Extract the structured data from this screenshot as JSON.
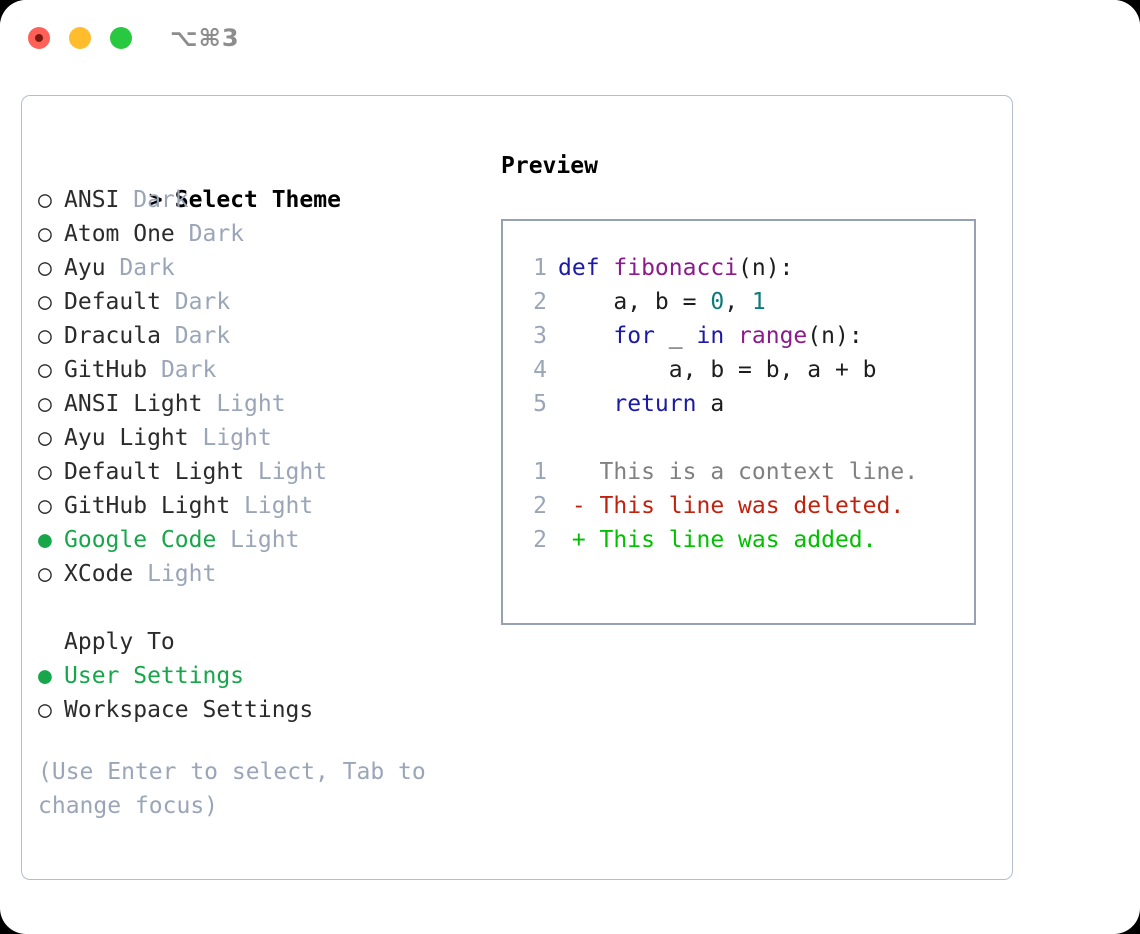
{
  "titlebar": {
    "shortcut": "⌥⌘3",
    "lights": [
      {
        "name": "close",
        "color": "#ff6159"
      },
      {
        "name": "minimize",
        "color": "#ffbd2e"
      },
      {
        "name": "maximize",
        "color": "#28c840"
      }
    ]
  },
  "theme_list": {
    "header_marker": ">",
    "header": "Select Theme",
    "selected_marker": "●",
    "unselected_marker": "○",
    "items": [
      {
        "marker": "○",
        "label": "ANSI",
        "suffix": "Dark",
        "selected": false
      },
      {
        "marker": "○",
        "label": "Atom One",
        "suffix": "Dark",
        "selected": false
      },
      {
        "marker": "○",
        "label": "Ayu",
        "suffix": "Dark",
        "selected": false
      },
      {
        "marker": "○",
        "label": "Default",
        "suffix": "Dark",
        "selected": false
      },
      {
        "marker": "○",
        "label": "Dracula",
        "suffix": "Dark",
        "selected": false
      },
      {
        "marker": "○",
        "label": "GitHub",
        "suffix": "Dark",
        "selected": false
      },
      {
        "marker": "○",
        "label": "ANSI Light",
        "suffix": "Light",
        "selected": false
      },
      {
        "marker": "○",
        "label": "Ayu Light",
        "suffix": "Light",
        "selected": false
      },
      {
        "marker": "○",
        "label": "Default Light",
        "suffix": "Light",
        "selected": false
      },
      {
        "marker": "○",
        "label": "GitHub Light",
        "suffix": "Light",
        "selected": false
      },
      {
        "marker": "●",
        "label": "Google Code",
        "suffix": "Light",
        "selected": true
      },
      {
        "marker": "○",
        "label": "XCode",
        "suffix": "Light",
        "selected": false
      }
    ]
  },
  "apply_to": {
    "header": "Apply To",
    "items": [
      {
        "marker": "●",
        "label": "User Settings",
        "selected": true
      },
      {
        "marker": "○",
        "label": "Workspace Settings",
        "selected": false
      }
    ]
  },
  "hint": "(Use Enter to select, Tab to change focus)",
  "preview": {
    "title": "Preview",
    "code_lines": [
      {
        "num": "1",
        "tokens": [
          {
            "t": "def ",
            "c": "kw"
          },
          {
            "t": "fibonacci",
            "c": "fn"
          },
          {
            "t": "(n):",
            "c": "pl"
          }
        ]
      },
      {
        "num": "2",
        "tokens": [
          {
            "t": "    a, b = ",
            "c": "pl"
          },
          {
            "t": "0",
            "c": "num"
          },
          {
            "t": ", ",
            "c": "pl"
          },
          {
            "t": "1",
            "c": "num"
          }
        ]
      },
      {
        "num": "3",
        "tokens": [
          {
            "t": "    ",
            "c": "pl"
          },
          {
            "t": "for",
            "c": "kw"
          },
          {
            "t": " _ ",
            "c": "pl"
          },
          {
            "t": "in",
            "c": "kw"
          },
          {
            "t": " ",
            "c": "pl"
          },
          {
            "t": "range",
            "c": "fn"
          },
          {
            "t": "(n):",
            "c": "pl"
          }
        ]
      },
      {
        "num": "4",
        "tokens": [
          {
            "t": "        a, b = b, a + b",
            "c": "pl"
          }
        ]
      },
      {
        "num": "5",
        "tokens": [
          {
            "t": "    ",
            "c": "pl"
          },
          {
            "t": "return",
            "c": "kw"
          },
          {
            "t": " a",
            "c": "pl"
          }
        ]
      }
    ],
    "diff_lines": [
      {
        "num": "1",
        "marker": " ",
        "text": " This is a context line.",
        "kind": "ctx"
      },
      {
        "num": "2",
        "marker": "-",
        "text": " This line was deleted.",
        "kind": "del"
      },
      {
        "num": "2",
        "marker": "+",
        "text": " This line was added.",
        "kind": "add"
      }
    ]
  },
  "colors": {
    "accent_green": "#17a64a",
    "muted": "#9aa5b8",
    "border": "#96a2b3",
    "dialog_border": "#b5bfcc",
    "keyword": "#1a1aa6",
    "function": "#8c1a8c",
    "number": "#0e7b7b",
    "diff_deleted": "#c0220e",
    "diff_added": "#00c000",
    "context": "#808080"
  }
}
